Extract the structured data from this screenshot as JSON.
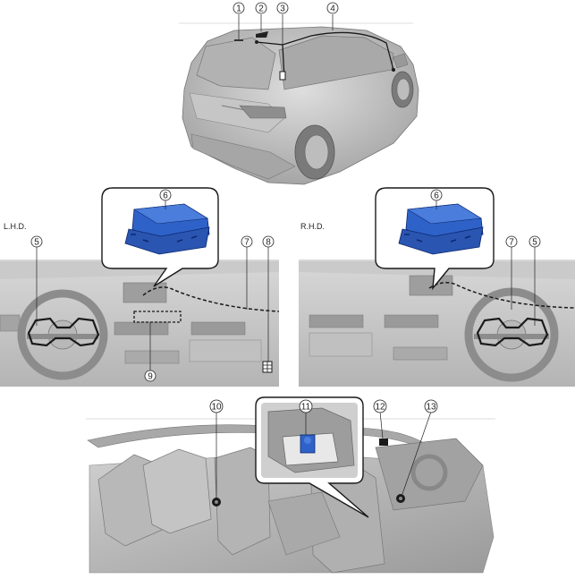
{
  "panels": {
    "lhd": {
      "label": "L.H.D."
    },
    "rhd": {
      "label": "R.H.D."
    }
  },
  "callouts": {
    "c1": "1",
    "c2": "2",
    "c3": "3",
    "c4": "4",
    "c5_l": "5",
    "c6_l": "6",
    "c7_l": "7",
    "c8_l": "8",
    "c9_l": "9",
    "c6_r": "6",
    "c7_r": "7",
    "c5_r": "5",
    "c10": "10",
    "c11": "11",
    "c12": "12",
    "c13": "13"
  },
  "colors": {
    "module_blue": "#2f62c8",
    "body_gray": "#d4d4d4",
    "dark_gray": "#8a8a8a",
    "outline": "#1a1a1a"
  }
}
